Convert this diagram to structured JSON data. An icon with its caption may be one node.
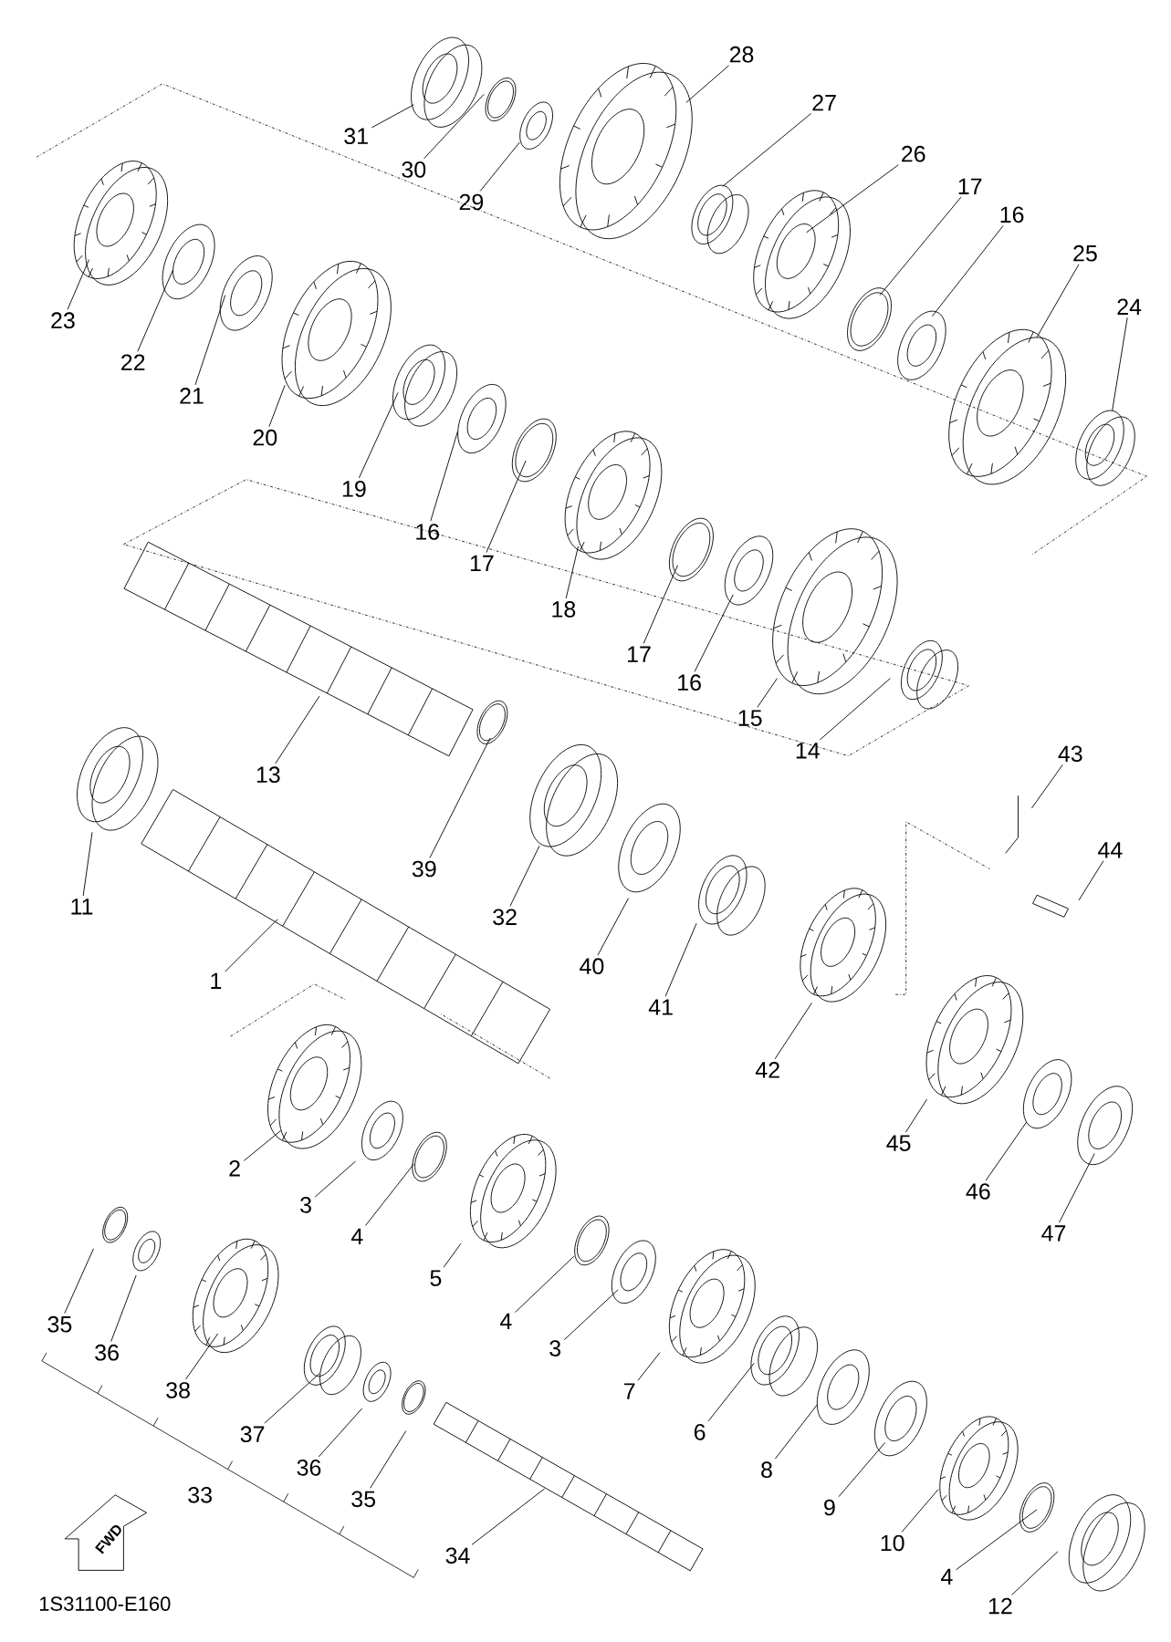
{
  "diagram": {
    "nodes": [
      {
        "text": [
          "31"
        ]
      },
      {
        "text": [
          "30"
        ]
      },
      {
        "text": [
          "29"
        ]
      },
      {
        "text": [
          "28"
        ]
      },
      {
        "text": [
          "27"
        ]
      },
      {
        "text": [
          "26"
        ]
      },
      {
        "text": [
          "17"
        ]
      },
      {
        "text": [
          "16"
        ]
      },
      {
        "text": [
          "25"
        ]
      },
      {
        "text": [
          "24"
        ]
      },
      {
        "text": [
          "23"
        ]
      },
      {
        "text": [
          "22"
        ]
      },
      {
        "text": [
          "21"
        ]
      },
      {
        "text": [
          "20"
        ]
      },
      {
        "text": [
          "19"
        ]
      },
      {
        "text": [
          "16"
        ]
      },
      {
        "text": [
          "17"
        ]
      },
      {
        "text": [
          "18"
        ]
      },
      {
        "text": [
          "17"
        ]
      },
      {
        "text": [
          "16"
        ]
      },
      {
        "text": [
          "15"
        ]
      },
      {
        "text": [
          "14"
        ]
      },
      {
        "text": [
          "13"
        ]
      },
      {
        "text": [
          "43"
        ]
      },
      {
        "text": [
          "39"
        ]
      },
      {
        "text": [
          "44"
        ]
      },
      {
        "text": [
          "11"
        ]
      },
      {
        "text": [
          "32"
        ]
      },
      {
        "text": [
          "40"
        ]
      },
      {
        "text": [
          "1"
        ]
      },
      {
        "text": [
          "41"
        ]
      },
      {
        "text": [
          "42"
        ]
      },
      {
        "text": [
          "45"
        ]
      },
      {
        "text": [
          "2"
        ]
      },
      {
        "text": [
          "46"
        ]
      },
      {
        "text": [
          "3"
        ]
      },
      {
        "text": [
          "47"
        ]
      },
      {
        "text": [
          "4"
        ]
      },
      {
        "text": [
          "5"
        ]
      },
      {
        "text": [
          "4"
        ]
      },
      {
        "text": [
          "35"
        ]
      },
      {
        "text": [
          "3"
        ]
      },
      {
        "text": [
          "36"
        ]
      },
      {
        "text": [
          "7"
        ]
      },
      {
        "text": [
          "38"
        ]
      },
      {
        "text": [
          "6"
        ]
      },
      {
        "text": [
          "37"
        ]
      },
      {
        "text": [
          "36"
        ]
      },
      {
        "text": [
          "8"
        ]
      },
      {
        "text": [
          "35"
        ]
      },
      {
        "text": [
          "9"
        ]
      },
      {
        "text": [
          "10"
        ]
      },
      {
        "text": [
          "34"
        ]
      },
      {
        "text": [
          "4"
        ]
      },
      {
        "text": [
          "12"
        ]
      }
    ],
    "edges": [
      {
        "from": 0,
        "to": null,
        "arrow": "none"
      },
      {
        "from": 1,
        "to": null,
        "arrow": "none"
      },
      {
        "from": 2,
        "to": null,
        "arrow": "none"
      },
      {
        "from": 3,
        "to": null,
        "arrow": "none"
      },
      {
        "from": 4,
        "to": null,
        "arrow": "none"
      },
      {
        "from": 5,
        "to": null,
        "arrow": "none"
      },
      {
        "from": 6,
        "to": null,
        "arrow": "none"
      },
      {
        "from": 7,
        "to": null,
        "arrow": "none"
      },
      {
        "from": 8,
        "to": null,
        "arrow": "none"
      },
      {
        "from": 9,
        "to": null,
        "arrow": "none"
      },
      {
        "from": 10,
        "to": null,
        "arrow": "none"
      },
      {
        "from": 11,
        "to": null,
        "arrow": "none"
      },
      {
        "from": 12,
        "to": null,
        "arrow": "none"
      },
      {
        "from": 13,
        "to": null,
        "arrow": "none"
      },
      {
        "from": 14,
        "to": null,
        "arrow": "none"
      },
      {
        "from": 15,
        "to": null,
        "arrow": "none"
      },
      {
        "from": 16,
        "to": null,
        "arrow": "none"
      },
      {
        "from": 17,
        "to": null,
        "arrow": "none"
      },
      {
        "from": 18,
        "to": null,
        "arrow": "none"
      },
      {
        "from": 19,
        "to": null,
        "arrow": "none"
      },
      {
        "from": 20,
        "to": null,
        "arrow": "none"
      },
      {
        "from": 21,
        "to": null,
        "arrow": "none"
      },
      {
        "from": 22,
        "to": null,
        "arrow": "none"
      },
      {
        "from": 23,
        "to": null,
        "arrow": "none"
      },
      {
        "from": 24,
        "to": null,
        "arrow": "none"
      },
      {
        "from": 25,
        "to": null,
        "arrow": "none"
      },
      {
        "from": 26,
        "to": null,
        "arrow": "none"
      },
      {
        "from": 27,
        "to": null,
        "arrow": "none"
      },
      {
        "from": 28,
        "to": null,
        "arrow": "none"
      },
      {
        "from": 29,
        "to": null,
        "arrow": "none"
      },
      {
        "from": 30,
        "to": null,
        "arrow": "none"
      },
      {
        "from": 31,
        "to": null,
        "arrow": "none"
      },
      {
        "from": 32,
        "to": null,
        "arrow": "none"
      },
      {
        "from": 33,
        "to": null,
        "arrow": "none"
      },
      {
        "from": 34,
        "to": null,
        "arrow": "none"
      },
      {
        "from": 35,
        "to": null,
        "arrow": "none"
      },
      {
        "from": 36,
        "to": null,
        "arrow": "none"
      },
      {
        "from": 37,
        "to": null,
        "arrow": "none"
      },
      {
        "from": 38,
        "to": null,
        "arrow": "none"
      },
      {
        "from": 39,
        "to": null,
        "arrow": "none"
      },
      {
        "from": 40,
        "to": null,
        "arrow": "none"
      },
      {
        "from": 41,
        "to": null,
        "arrow": "none"
      },
      {
        "from": 42,
        "to": null,
        "arrow": "none"
      },
      {
        "from": 43,
        "to": null,
        "arrow": "none"
      },
      {
        "from": 44,
        "to": null,
        "arrow": "none"
      },
      {
        "from": 45,
        "to": null,
        "arrow": "none"
      },
      {
        "from": 46,
        "to": null,
        "arrow": "none"
      },
      {
        "from": 47,
        "to": null,
        "arrow": "none"
      },
      {
        "from": 48,
        "to": null,
        "arrow": "none"
      },
      {
        "from": 49,
        "to": null,
        "arrow": "none"
      },
      {
        "from": 50,
        "to": null,
        "arrow": "none"
      },
      {
        "from": 51,
        "to": null,
        "arrow": "none"
      },
      {
        "from": 52,
        "to": null,
        "arrow": "none"
      },
      {
        "from": 53,
        "to": null,
        "arrow": "none"
      },
      {
        "from": 54,
        "to": null,
        "arrow": "none"
      }
    ],
    "labels": [
      "33",
      "FWD",
      "1S31100-E160"
    ]
  }
}
